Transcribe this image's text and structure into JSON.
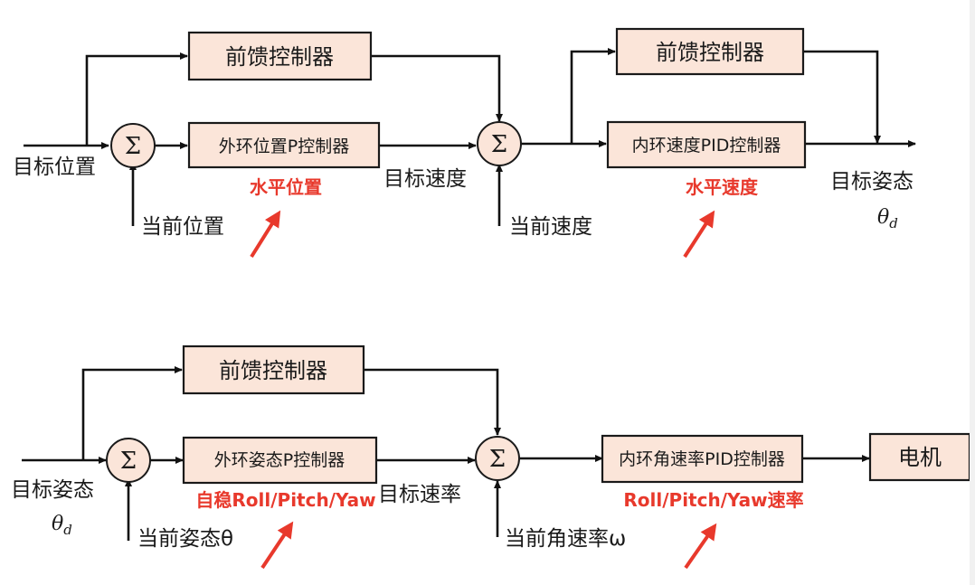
{
  "upper": {
    "input_label": "目标位置",
    "current_position": "当前位置",
    "feedforward1": "前馈控制器",
    "outer_controller": "外环位置P控制器",
    "outer_note": "水平位置",
    "mid_label": "目标速度",
    "current_speed": "当前速度",
    "feedforward2": "前馈控制器",
    "inner_controller": "内环速度PID控制器",
    "inner_note": "水平速度",
    "output_label": "目标姿态",
    "output_symbol": "θ",
    "output_subscript": "d"
  },
  "lower": {
    "input_label": "目标姿态",
    "input_symbol": "θ",
    "input_subscript": "d",
    "current_attitude": "当前姿态θ",
    "feedforward": "前馈控制器",
    "outer_controller": "外环姿态P控制器",
    "outer_note": "自稳Roll/Pitch/Yaw",
    "mid_label": "目标速率",
    "current_rate": "当前角速率ω",
    "inner_controller": "内环角速率PID控制器",
    "inner_note": "Roll/Pitch/Yaw速率",
    "motor": "电机"
  },
  "sum_symbol": "Σ",
  "colors": {
    "box_fill": "#fbe5d9",
    "note_red": "#e8392c",
    "line": "#111111"
  }
}
